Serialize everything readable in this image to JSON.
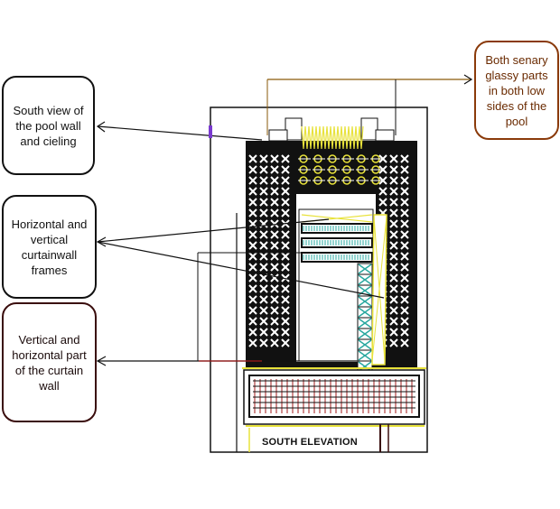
{
  "callouts": [
    {
      "id": "south-view",
      "text": "South view of the pool wall and cieling"
    },
    {
      "id": "curtainwall-frames",
      "text": "Horizontal and vertical curtainwall frames"
    },
    {
      "id": "curtain-wall-parts",
      "text": "Vertical and horizontal part of the curtain wall"
    },
    {
      "id": "glassy-parts",
      "text": "Both senary glassy parts in both low sides of the pool"
    }
  ],
  "drawing": {
    "label": "SOUTH ELEVATION"
  },
  "colors": {
    "line": "#111111",
    "accent_yellow": "#e8e23a",
    "accent_red": "#a01818",
    "accent_teal": "#2aa8a0",
    "callout_brown": "#8a3a0a",
    "callout_darkred": "#3a0d0d"
  }
}
